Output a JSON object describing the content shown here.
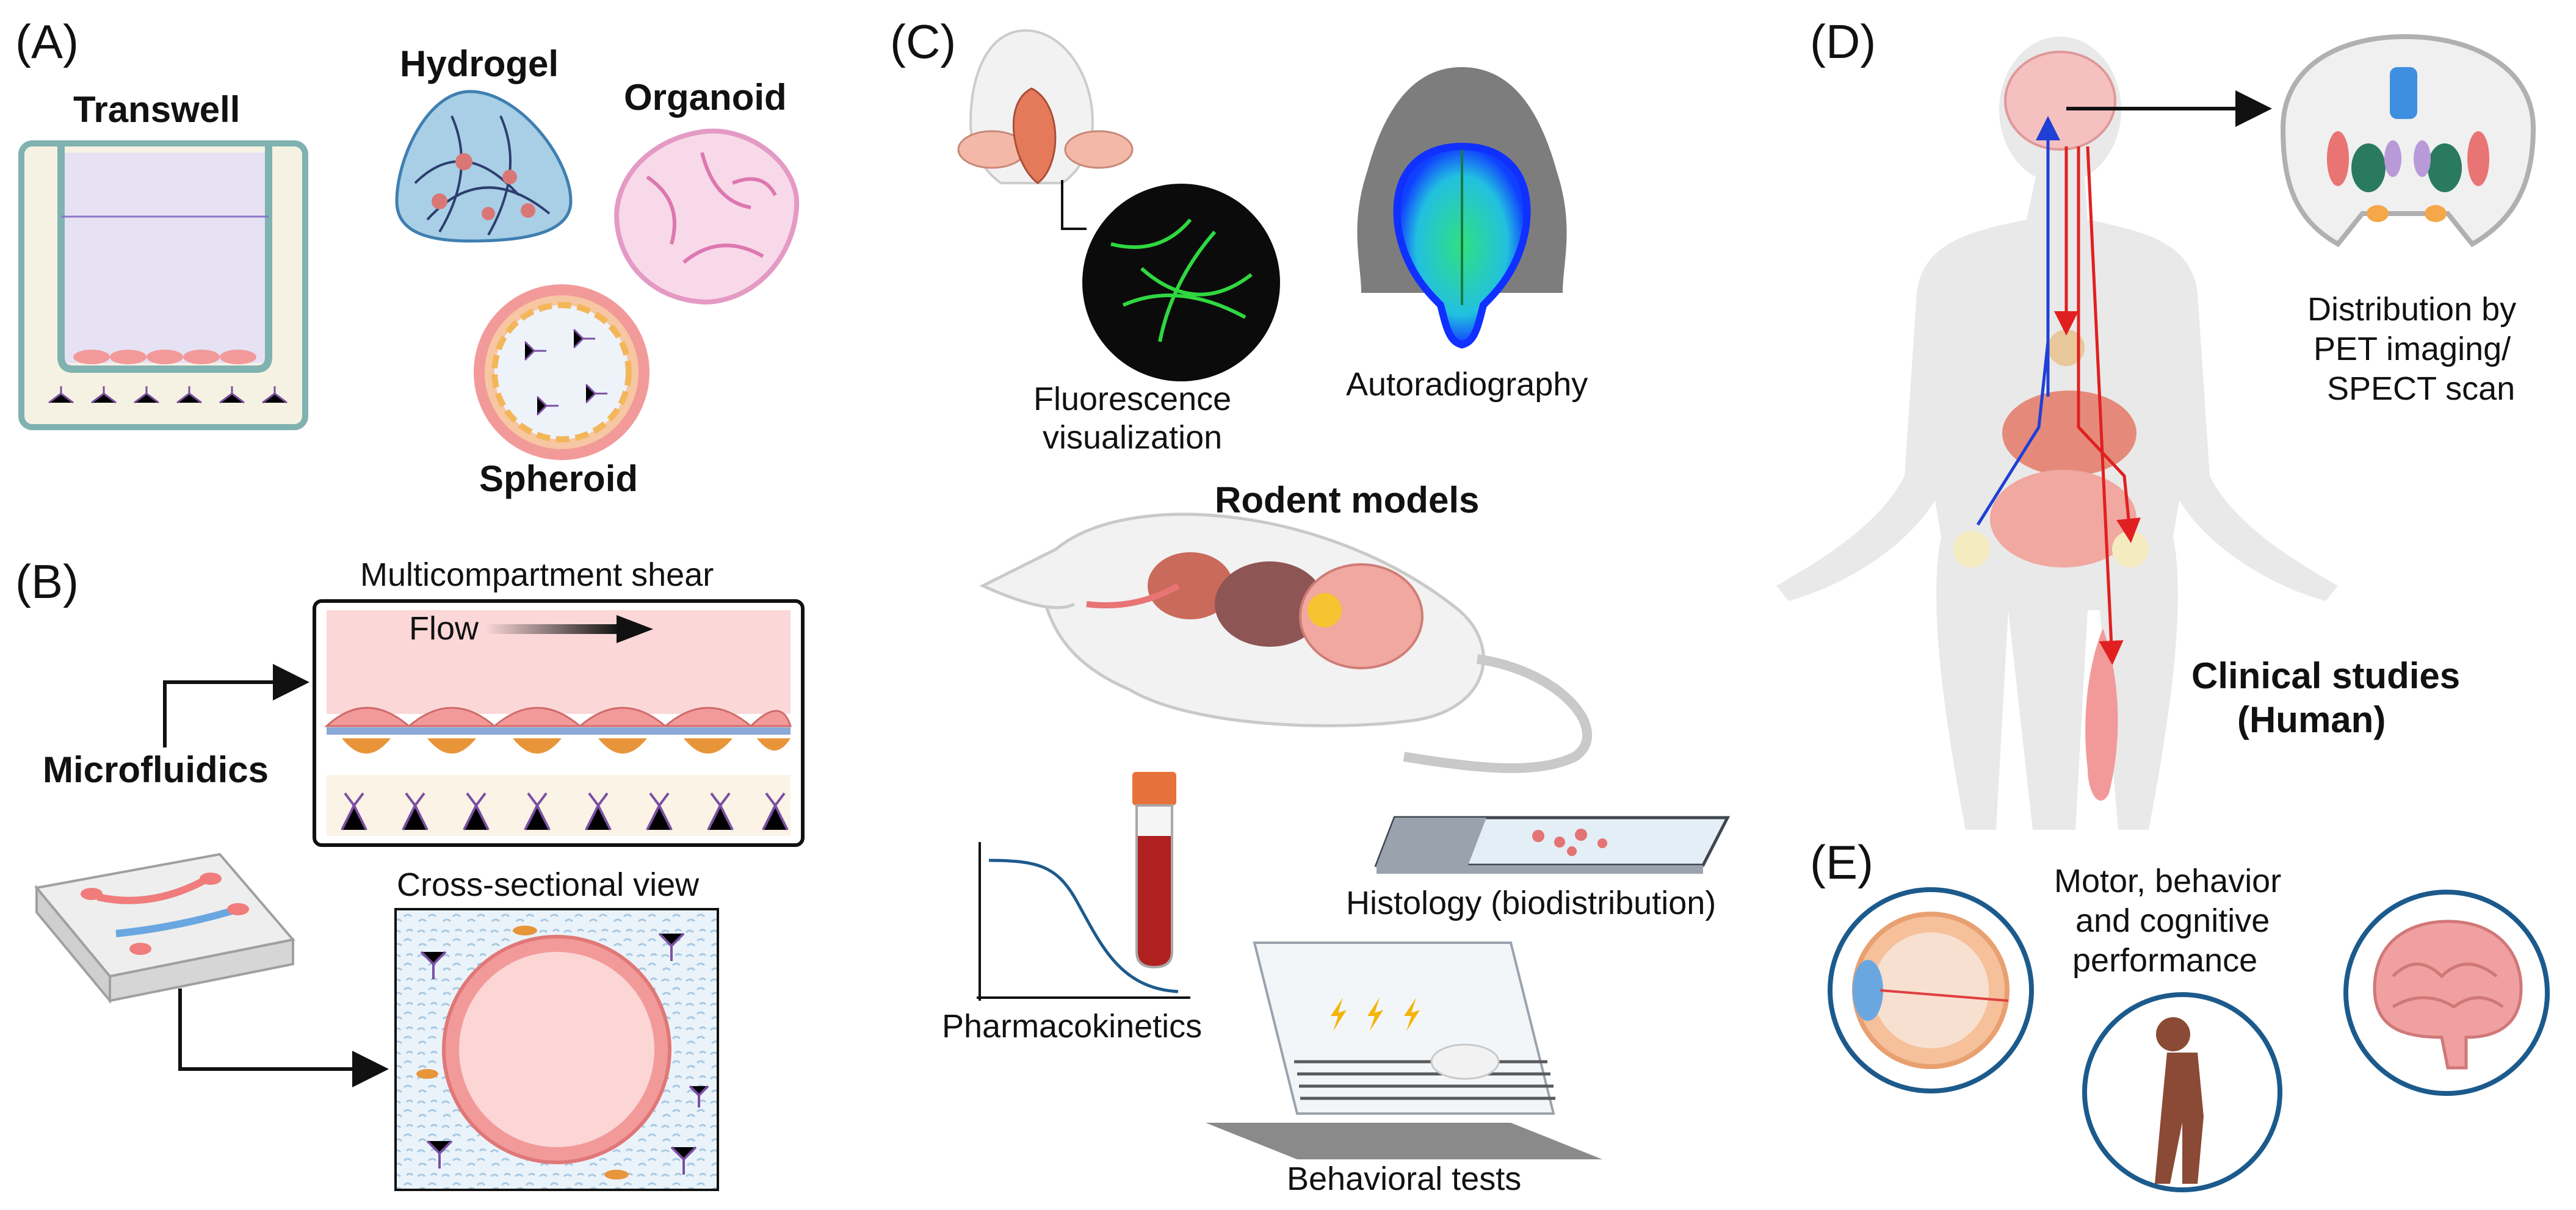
{
  "panels": {
    "A": {
      "letter": "(A)",
      "transwell": "Transwell",
      "hydrogel": "Hydrogel",
      "organoid": "Organoid",
      "spheroid": "Spheroid"
    },
    "B": {
      "letter": "(B)",
      "microfluidics": "Microfluidics",
      "shear_title": "Multicompartment shear",
      "flow": "Flow",
      "cross_section": "Cross-sectional view"
    },
    "C": {
      "letter": "(C)",
      "fluorescence_line1": "Fluorescence",
      "fluorescence_line2": "visualization",
      "autoradiography": "Autoradiography",
      "rodent_models": "Rodent models",
      "histology": "Histology (biodistribution)",
      "pharmacokinetics": "Pharmacokinetics",
      "behavioral_tests": "Behavioral tests"
    },
    "D": {
      "letter": "(D)",
      "distribution_line1": "Distribution by",
      "distribution_line2": "PET imaging/",
      "distribution_line3": "SPECT scan",
      "clinical_line1": "Clinical studies",
      "clinical_line2": "(Human)"
    },
    "E": {
      "letter": "(E)",
      "motor_line1": "Motor, behavior",
      "motor_line2": "and cognitive",
      "motor_line3": "performance"
    }
  },
  "colors": {
    "membrane_pink": "#f29a9a",
    "neuron_purple": "#7b4fa3",
    "astrocyte_orange": "#e8953a",
    "arrow_blue": "#1f3fd6",
    "arrow_red": "#e02020",
    "circle_blue": "#1c5a8c"
  },
  "icons": [
    "transwell-icon",
    "hydrogel-icon",
    "organoid-icon",
    "spheroid-icon",
    "chip-icon",
    "rat-icon",
    "rat-head-icon",
    "rat-brain-icon",
    "blood-tube-icon",
    "histology-slide-icon",
    "behavior-box-icon",
    "human-body-icon",
    "brain-section-icon",
    "eye-icon",
    "walking-person-icon",
    "brain-icon"
  ]
}
